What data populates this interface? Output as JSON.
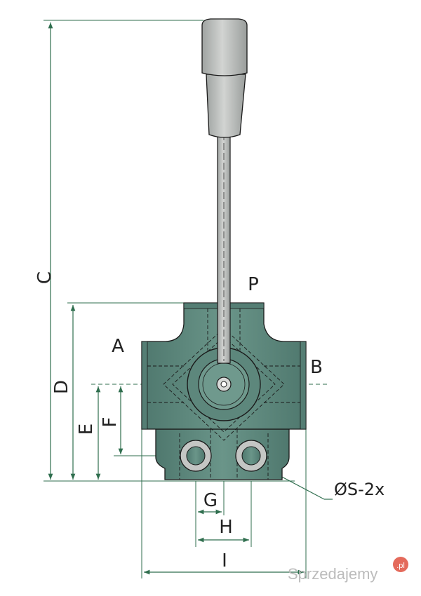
{
  "labels": {
    "C": "C",
    "D": "D",
    "E": "E",
    "F": "F",
    "P": "P",
    "A": "A",
    "B": "B",
    "G": "G",
    "H": "H",
    "I": "I",
    "S": "ØS-2x"
  },
  "watermark": {
    "text": "Sprzedajemy",
    "badge": ".pl"
  },
  "colors": {
    "body": "#5f8a80",
    "body_dark": "#4c7268",
    "lever": "#b9bbb9",
    "dim_line": "#2f6e4e",
    "outline": "#1a1a1a"
  }
}
